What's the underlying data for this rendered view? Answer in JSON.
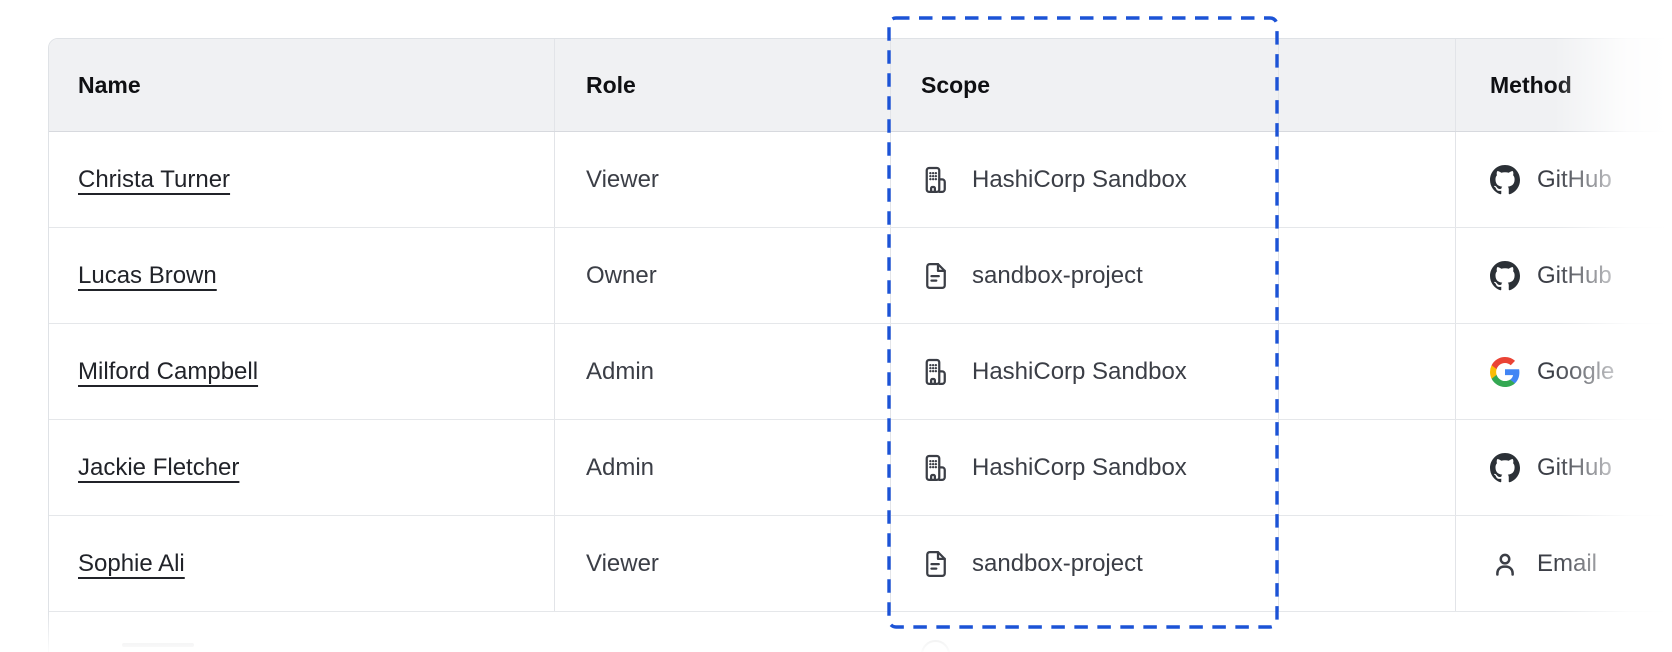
{
  "annotation": {
    "type": "dashed-highlight-box",
    "highlighted_column": "Scope",
    "color": "#1c53d6"
  },
  "table": {
    "headers": [
      {
        "label": "Name"
      },
      {
        "label": "Role"
      },
      {
        "label": "Scope"
      },
      {
        "label": ""
      },
      {
        "label": "Method"
      }
    ],
    "rows": [
      {
        "name": "Christa Turner",
        "role": "Viewer",
        "scope": {
          "icon": "building-icon",
          "label": "HashiCorp Sandbox"
        },
        "method": {
          "icon": "github-icon",
          "label": "GitHub"
        }
      },
      {
        "name": "Lucas Brown",
        "role": "Owner",
        "scope": {
          "icon": "file-icon",
          "label": "sandbox-project"
        },
        "method": {
          "icon": "github-icon",
          "label": "GitHub"
        }
      },
      {
        "name": "Milford Campbell",
        "role": "Admin",
        "scope": {
          "icon": "building-icon",
          "label": "HashiCorp Sandbox"
        },
        "method": {
          "icon": "google-icon",
          "label": "Google"
        }
      },
      {
        "name": "Jackie Fletcher",
        "role": "Admin",
        "scope": {
          "icon": "building-icon",
          "label": "HashiCorp Sandbox"
        },
        "method": {
          "icon": "github-icon",
          "label": "GitHub"
        }
      },
      {
        "name": "Sophie Ali",
        "role": "Viewer",
        "scope": {
          "icon": "file-icon",
          "label": "sandbox-project"
        },
        "method": {
          "icon": "person-icon",
          "label": "Email"
        }
      }
    ]
  },
  "colors": {
    "page_bg": "#ffffff",
    "header_bg": "#f0f1f3",
    "header_text": "#0f1013",
    "body_text": "#3b3e46",
    "link_text": "#212329",
    "row_border": "#e5e7ea",
    "header_border": "#d7d9de",
    "column_border": "#e2e4e8",
    "outer_border": "#dfe2e6",
    "github_icon": "#2b3036",
    "google_blue": "#4285f4",
    "google_green": "#34a853",
    "google_yellow": "#fbbc05",
    "google_red": "#ea4335"
  }
}
